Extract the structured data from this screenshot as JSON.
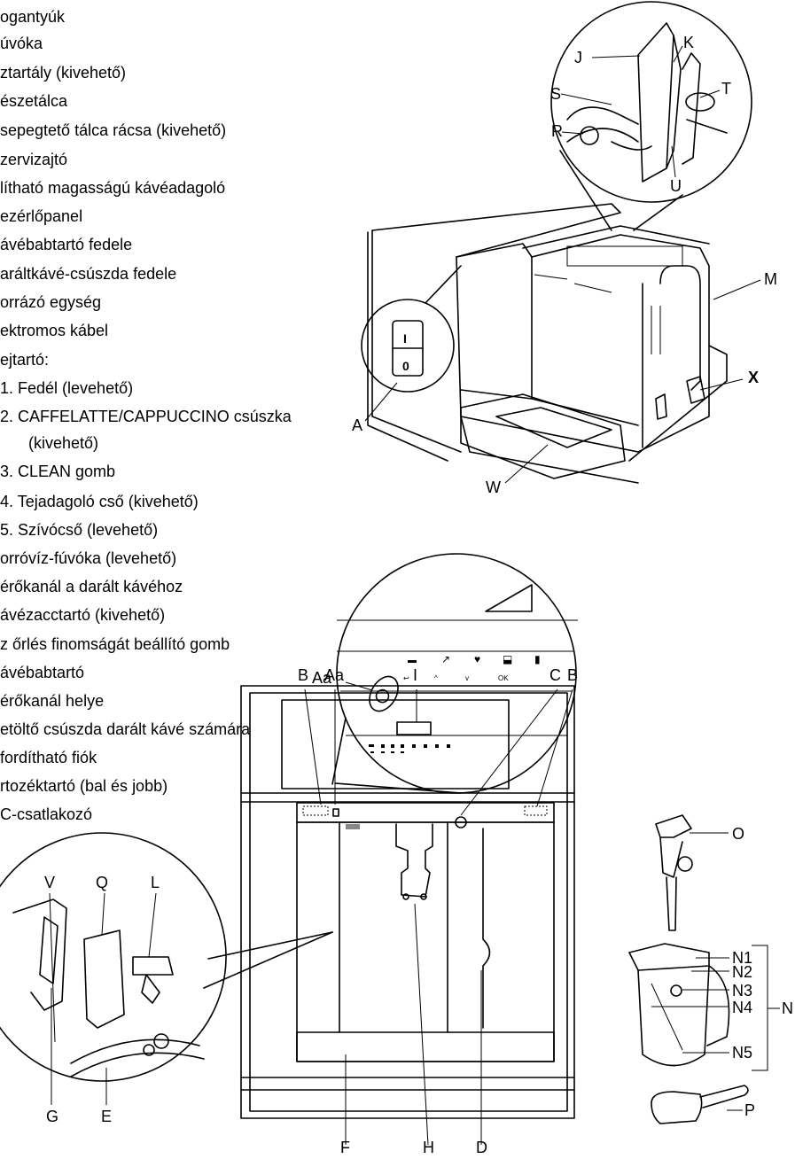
{
  "legend": [
    "ogantyúk",
    "úvóka",
    "ztartály (kivehető)",
    "észetálca",
    "sepegtető tálca rácsa (kivehető)",
    "zervizajtó",
    "lítható magasságú kávéadagoló",
    "ezérlőpanel",
    "ávébabtartó fedele",
    "aráltkávé-csúszda fedele",
    "orrázó egység",
    "ektromos kábel",
    "ejtartó:",
    "1.  Fedél (levehető)",
    "2.  CAFFELATTE/CAPPUCCINO csúszka",
    "(kivehető)",
    "3.  CLEAN gomb",
    "4.  Tejadagoló cső (kivehető)",
    "5.  Szívócső (levehető)",
    "orróvíz-fúvóka (levehető)",
    "érőkanál a darált kávéhoz",
    "ávézacctartó (kivehető)",
    "z őrlés finomságát beállító gomb",
    "ávébabtartó",
    "érőkanál helye",
    "etöltő csúszda darált kávé számára",
    "fordítható fiók",
    "rtozéktartó (bal és jobb)",
    "C-csatlakozó"
  ],
  "labels": {
    "J": "J",
    "K": "K",
    "S": "S",
    "T": "T",
    "R": "R",
    "U": "U",
    "M": "M",
    "X": "X",
    "A": "A",
    "W": "W",
    "Aa": "Aa",
    "B1": "B",
    "Aa2": "Aa",
    "I": "I",
    "C": "C",
    "B2": "B",
    "O": "O",
    "N1": "N1",
    "N2": "N2",
    "N3": "N3",
    "N4": "N4",
    "N5": "N5",
    "N": "N",
    "P": "P",
    "V": "V",
    "Q": "Q",
    "L": "L",
    "G": "G",
    "E": "E",
    "F": "F",
    "H": "H",
    "D": "D"
  },
  "switch": {
    "on": "I",
    "off": "0"
  }
}
